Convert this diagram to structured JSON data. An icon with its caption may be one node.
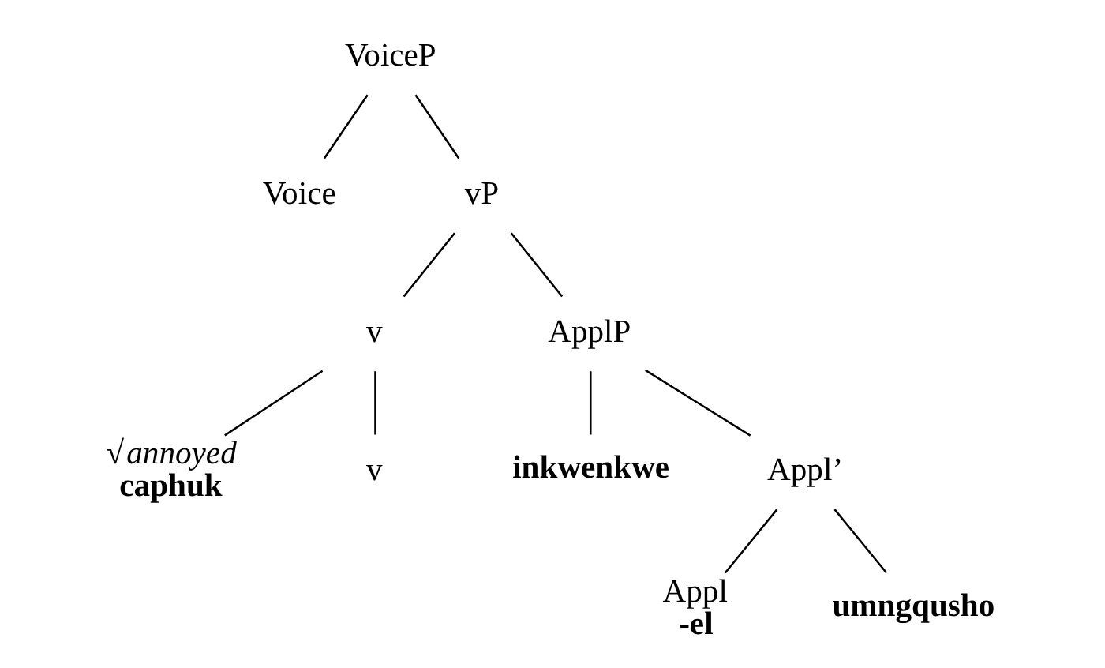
{
  "diagram": {
    "nodes": [
      {
        "text": [
          "VoiceP"
        ]
      },
      {
        "text": [
          "Voice"
        ]
      },
      {
        "text": [
          "vP"
        ]
      },
      {
        "text": [
          "v"
        ]
      },
      {
        "text": [
          "√*annoyed*",
          "caphuk"
        ]
      },
      {
        "text": [
          "v"
        ]
      },
      {
        "text": [
          "ApplP"
        ]
      },
      {
        "text": [
          "inkwenkwe"
        ]
      },
      {
        "text": [
          "Appl’"
        ]
      },
      {
        "text": [
          "Appl",
          "-el"
        ]
      },
      {
        "text": [
          "umngqusho"
        ]
      }
    ],
    "edges": [
      {
        "from": 0,
        "to": 1,
        "arrow": "none"
      },
      {
        "from": 0,
        "to": 2,
        "arrow": "none"
      },
      {
        "from": 2,
        "to": 3,
        "arrow": "none"
      },
      {
        "from": 2,
        "to": 6,
        "arrow": "none"
      },
      {
        "from": 3,
        "to": 4,
        "arrow": "none"
      },
      {
        "from": 3,
        "to": 5,
        "arrow": "none"
      },
      {
        "from": 6,
        "to": 7,
        "arrow": "none"
      },
      {
        "from": 6,
        "to": 8,
        "arrow": "none"
      },
      {
        "from": 8,
        "to": 9,
        "arrow": "none"
      },
      {
        "from": 8,
        "to": 10,
        "arrow": "none"
      }
    ]
  }
}
